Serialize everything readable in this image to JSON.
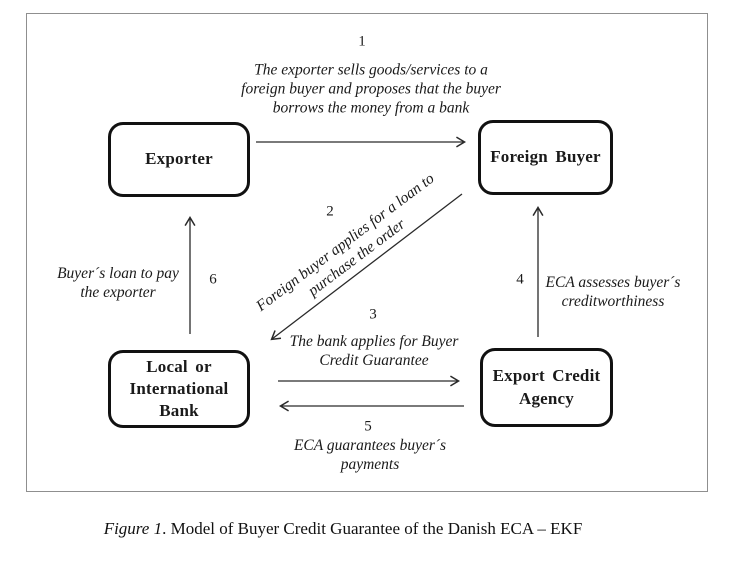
{
  "nodes": {
    "exporter": {
      "line1": "Exporter"
    },
    "foreign_buyer": {
      "line1": "Foreign Buyer"
    },
    "bank": {
      "line1": "Local or",
      "line2": "International",
      "line3": "Bank"
    },
    "eca": {
      "line1": "Export Credit",
      "line2": "Agency"
    }
  },
  "steps": {
    "s1": {
      "num": "1",
      "line1": "The exporter sells goods/services to a",
      "line2": "foreign buyer and proposes that the buyer",
      "line3": "borrows the money from a bank"
    },
    "s2": {
      "num": "2",
      "line1": "Foreign buyer applies for a loan to",
      "line2": "purchase the order"
    },
    "s3": {
      "num": "3",
      "line1": "The bank applies for Buyer",
      "line2": "Credit Guarantee"
    },
    "s4": {
      "num": "4",
      "line1": "ECA assesses buyer´s",
      "line2": "creditworthiness"
    },
    "s5": {
      "num": "5",
      "line1": "ECA guarantees buyer´s",
      "line2": "payments"
    },
    "s6": {
      "num": "6",
      "line1": "Buyer´s loan to pay",
      "line2": "the exporter"
    }
  },
  "caption": {
    "label": "Figure 1",
    "rest": ". Model of Buyer Credit Guarantee of the Danish ECA – EKF"
  },
  "colors": {
    "ink": "#1a1a1a",
    "box_border": "#111111",
    "frame_border": "#8f8f8f",
    "arrow": "#2a2a2a",
    "background": "#ffffff"
  }
}
